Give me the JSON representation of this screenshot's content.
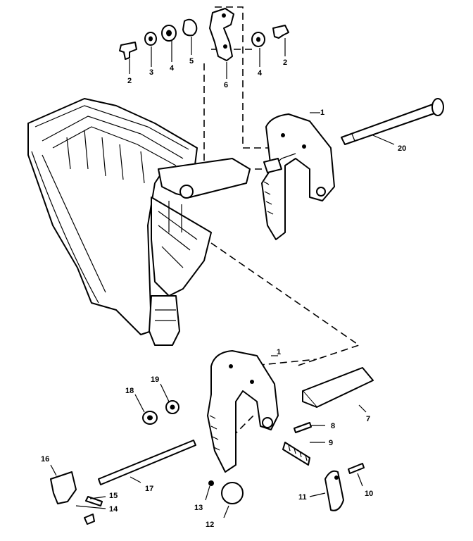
{
  "callouts": {
    "c1a": "1",
    "c1b": "1",
    "c2a": "2",
    "c2b": "2",
    "c3": "3",
    "c4a": "4",
    "c4b": "4",
    "c5": "5",
    "c6": "6",
    "c7": "7",
    "c8": "8",
    "c9": "9",
    "c10": "10",
    "c11": "11",
    "c12": "12",
    "c13": "13",
    "c14": "14",
    "c15": "15",
    "c16": "16",
    "c17": "17",
    "c18": "18",
    "c19": "19",
    "c20": "20"
  }
}
